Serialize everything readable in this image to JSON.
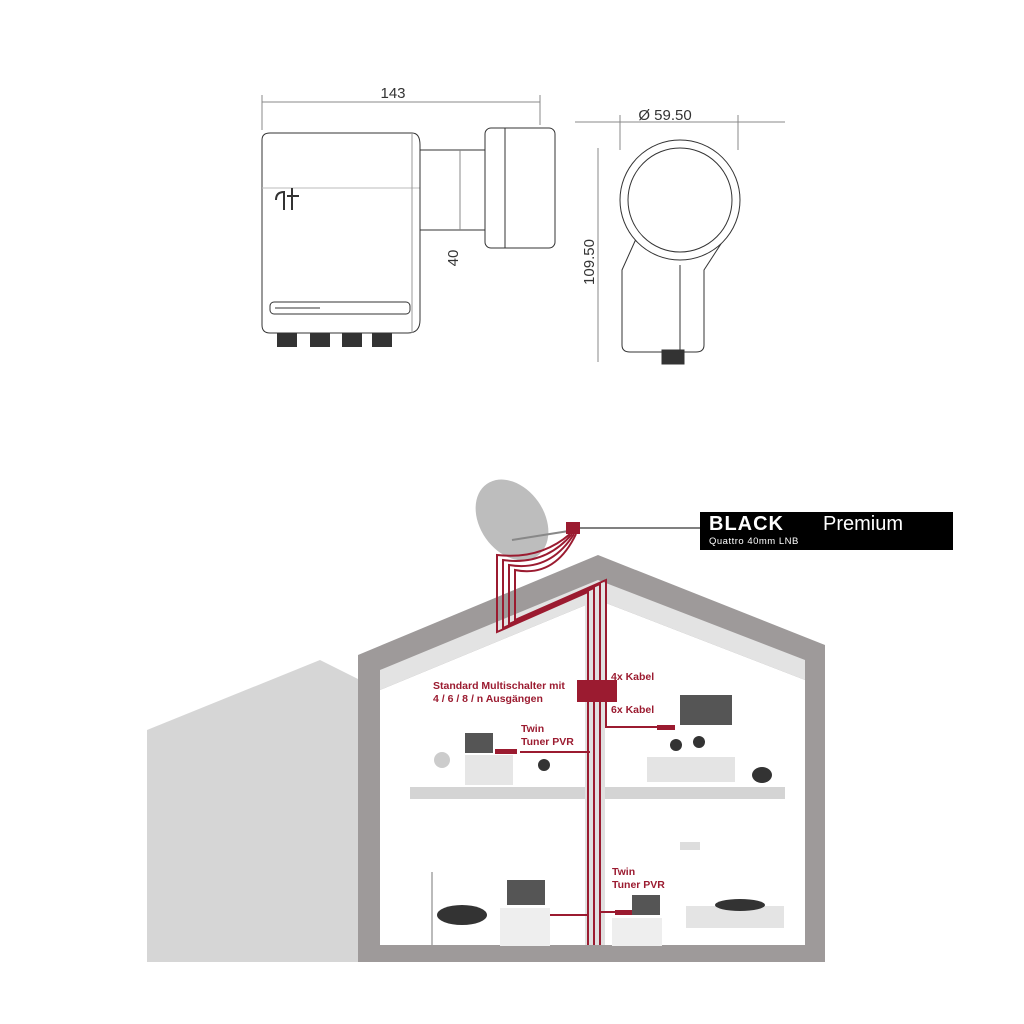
{
  "dimensions": {
    "width": "143",
    "diameter": "Ø 59.50",
    "height": "109.50",
    "neck": "40"
  },
  "product": {
    "brand_bold": "BLACK",
    "brand_light": "Premium",
    "subtitle": "Quattro 40mm LNB"
  },
  "labels": {
    "multiswitch_line1": "Standard Multischalter mit",
    "multiswitch_line2": "4 / 6 / 8 / n Ausgängen",
    "cable4": "4x Kabel",
    "cable6": "6x Kabel",
    "twin1_line1": "Twin",
    "twin1_line2": "Tuner PVR",
    "twin2_line1": "Twin",
    "twin2_line2": "Tuner PVR"
  },
  "colors": {
    "cable": "#9b1b30",
    "wall": "#9e9a9a",
    "light": "#d9d9d9"
  }
}
